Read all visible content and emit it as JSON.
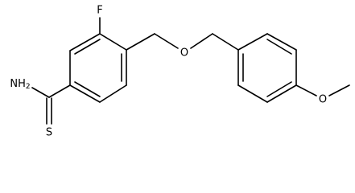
{
  "structure": {
    "atoms": {
      "fluorine": "F",
      "amine": "NH",
      "amine_subscript": "2",
      "sulfur": "S",
      "ether_oxygen": "O",
      "methoxy_oxygen": "O"
    },
    "colors": {
      "bond": "#000000",
      "label": "#000000",
      "background": "#ffffff"
    }
  }
}
